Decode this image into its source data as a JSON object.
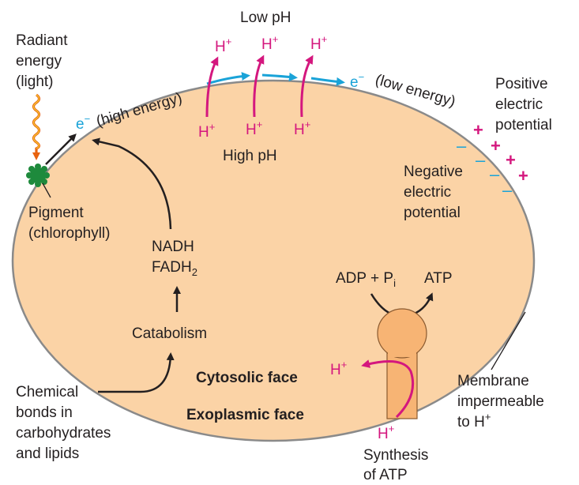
{
  "labels": {
    "radiant_energy": [
      "Radiant",
      "energy",
      "(light)"
    ],
    "pigment": [
      "Pigment",
      "(chlorophyll)"
    ],
    "low_ph": "Low pH",
    "high_ph": "High pH",
    "high_energy": "(high energy)",
    "low_energy": "(low energy)",
    "electron": "e",
    "electron_charge": "−",
    "proton": "H",
    "proton_charge": "+",
    "positive_potential": [
      "Positive",
      "electric",
      "potential"
    ],
    "negative_potential": [
      "Negative",
      "electric",
      "potential"
    ],
    "nadh": "NADH",
    "fadh": "FADH",
    "fadh_sub": "2",
    "catabolism": "Catabolism",
    "adp": "ADP + P",
    "adp_sub": "i",
    "atp": "ATP",
    "cytosolic_face": "Cytosolic face",
    "exoplasmic_face": "Exoplasmic face",
    "chemical_bonds": [
      "Chemical",
      "bonds in",
      "carbohydrates",
      "and lipids"
    ],
    "membrane": [
      "Membrane",
      "impermeable",
      "to H"
    ],
    "synthesis": [
      "Synthesis",
      "of ATP"
    ],
    "plus_sign": "+",
    "minus_sign": "–"
  },
  "colors": {
    "cell_fill": "#fbd3a6",
    "cell_stroke": "#8a8a8a",
    "proton_pink": "#d4177e",
    "electron_blue": "#1aa3d8",
    "atp_synthase": "#f7b474",
    "pigment_green": "#1e8a3c",
    "radiant_wave": "#e8620e"
  }
}
